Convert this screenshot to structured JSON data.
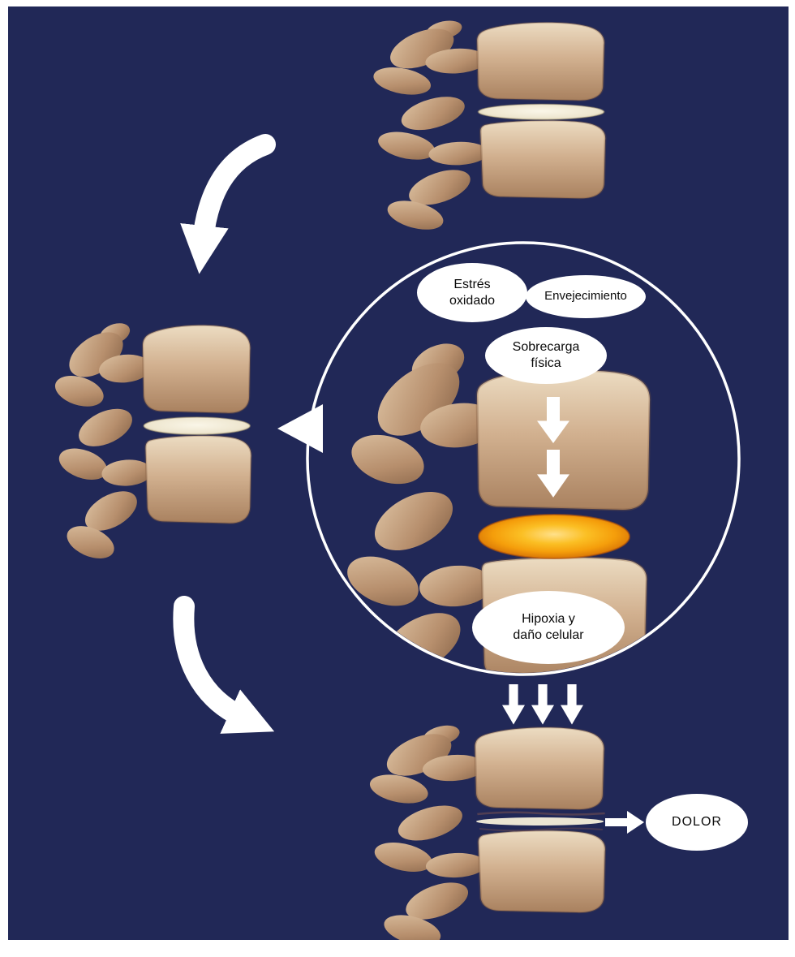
{
  "colors": {
    "background": "#212857",
    "page_margin": "#ffffff",
    "bone_light": "#e8d5ba",
    "bone_mid": "#c9a787",
    "bone_dark": "#8f6b4e",
    "disc_healthy": "#f2ecd9",
    "disc_inflamed": "#f59e0b",
    "disc_degenerated": "#ebe5d3",
    "callout_bg": "#ffffff",
    "callout_text": "#000000",
    "arrow": "#ffffff"
  },
  "callouts": {
    "estres": {
      "line1": "Estrés",
      "line2": "oxidado"
    },
    "envejecimiento": {
      "line1": "Envejecimiento"
    },
    "sobrecarga": {
      "line1": "Sobrecarga",
      "line2": "física"
    },
    "hipoxia": {
      "line1": "Hipoxia y",
      "line2": "daño celular"
    },
    "dolor": {
      "line1": "DOLOR"
    }
  }
}
